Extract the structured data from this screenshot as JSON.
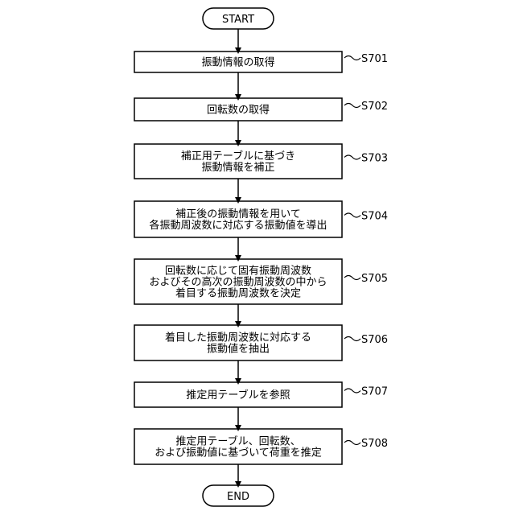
{
  "diagram": {
    "start": "START",
    "end": "END",
    "steps": [
      {
        "id": "S701",
        "lines": [
          "振動情報の取得"
        ]
      },
      {
        "id": "S702",
        "lines": [
          "回転数の取得"
        ]
      },
      {
        "id": "S703",
        "lines": [
          "補正用テーブルに基づき",
          "振動情報を補正"
        ]
      },
      {
        "id": "S704",
        "lines": [
          "補正後の振動情報を用いて",
          "各振動周波数に対応する振動値を導出"
        ]
      },
      {
        "id": "S705",
        "lines": [
          "回転数に応じて固有振動周波数",
          "およびその高次の振動周波数の中から",
          "着目する振動周波数を決定"
        ]
      },
      {
        "id": "S706",
        "lines": [
          "着目した振動周波数に対応する",
          "振動値を抽出"
        ]
      },
      {
        "id": "S707",
        "lines": [
          "推定用テーブルを参照"
        ]
      },
      {
        "id": "S708",
        "lines": [
          "推定用テーブル、回転数、",
          "および振動値に基づいて荷重を推定"
        ]
      }
    ]
  }
}
